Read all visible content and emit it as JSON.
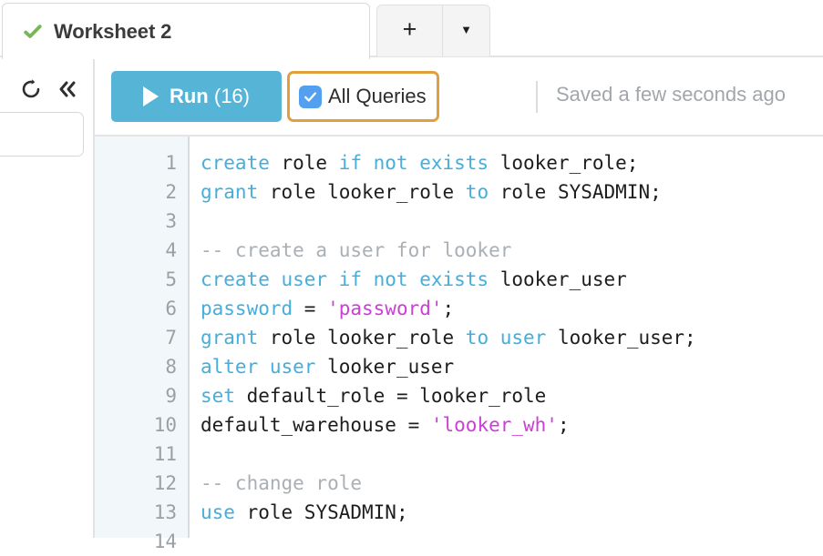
{
  "window": {
    "accent_blue": "#56b4d6",
    "highlight_orange": "#e0a03c",
    "checkbox_blue": "#54a0f0",
    "check_green": "#7ab55c",
    "gutter_bg": "#f2f7fa"
  },
  "tabbar": {
    "active_tab": {
      "title": "Worksheet 2",
      "status_icon": "check-green-icon"
    },
    "add_tab_label": "+",
    "add_tab_caret": "▼"
  },
  "leftrail": {
    "refresh_icon": "refresh-icon",
    "collapse_icon": "double-chevron-left-icon",
    "search_value": "",
    "search_placeholder": ""
  },
  "toolbar": {
    "run_button": {
      "icon": "play-icon",
      "label_bold": "Run",
      "label_count": "(16)"
    },
    "all_queries": {
      "label": "All Queries",
      "checked": true,
      "icon": "checkmark-icon"
    },
    "saved_status": "Saved a few seconds ago"
  },
  "editor": {
    "language": "sql",
    "line_numbers": [
      "1",
      "2",
      "3",
      "4",
      "5",
      "6",
      "7",
      "8",
      "9",
      "10",
      "11",
      "12",
      "13",
      "14"
    ],
    "lines": [
      {
        "n": "1",
        "tokens": [
          {
            "t": "create",
            "c": "kw"
          },
          {
            "t": " role ",
            "c": "pl"
          },
          {
            "t": "if not exists",
            "c": "kw"
          },
          {
            "t": " looker_role;",
            "c": "pl"
          }
        ]
      },
      {
        "n": "2",
        "tokens": [
          {
            "t": "grant",
            "c": "kw"
          },
          {
            "t": " role looker_role ",
            "c": "pl"
          },
          {
            "t": "to",
            "c": "kw"
          },
          {
            "t": " role SYSADMIN;",
            "c": "pl"
          }
        ]
      },
      {
        "n": "3",
        "tokens": []
      },
      {
        "n": "4",
        "tokens": [
          {
            "t": "-- create a user for looker",
            "c": "cm"
          }
        ]
      },
      {
        "n": "5",
        "tokens": [
          {
            "t": "create user if not exists",
            "c": "kw"
          },
          {
            "t": " looker_user",
            "c": "pl"
          }
        ]
      },
      {
        "n": "6",
        "tokens": [
          {
            "t": "password",
            "c": "kw"
          },
          {
            "t": " = ",
            "c": "pl"
          },
          {
            "t": "'password'",
            "c": "str"
          },
          {
            "t": ";",
            "c": "pl"
          }
        ]
      },
      {
        "n": "7",
        "tokens": [
          {
            "t": "grant",
            "c": "kw"
          },
          {
            "t": " role looker_role ",
            "c": "pl"
          },
          {
            "t": "to user",
            "c": "kw"
          },
          {
            "t": " looker_user;",
            "c": "pl"
          }
        ]
      },
      {
        "n": "8",
        "tokens": [
          {
            "t": "alter user",
            "c": "kw"
          },
          {
            "t": " looker_user",
            "c": "pl"
          }
        ]
      },
      {
        "n": "9",
        "tokens": [
          {
            "t": "set",
            "c": "kw"
          },
          {
            "t": " default_role = looker_role",
            "c": "pl"
          }
        ]
      },
      {
        "n": "10",
        "tokens": [
          {
            "t": "default_warehouse = ",
            "c": "pl"
          },
          {
            "t": "'looker_wh'",
            "c": "str"
          },
          {
            "t": ";",
            "c": "pl"
          }
        ]
      },
      {
        "n": "11",
        "tokens": []
      },
      {
        "n": "12",
        "tokens": [
          {
            "t": "-- change role",
            "c": "cm"
          }
        ]
      },
      {
        "n": "13",
        "tokens": [
          {
            "t": "use",
            "c": "kw"
          },
          {
            "t": " role SYSADMIN;",
            "c": "pl"
          }
        ]
      },
      {
        "n": "14",
        "tokens": []
      }
    ]
  }
}
